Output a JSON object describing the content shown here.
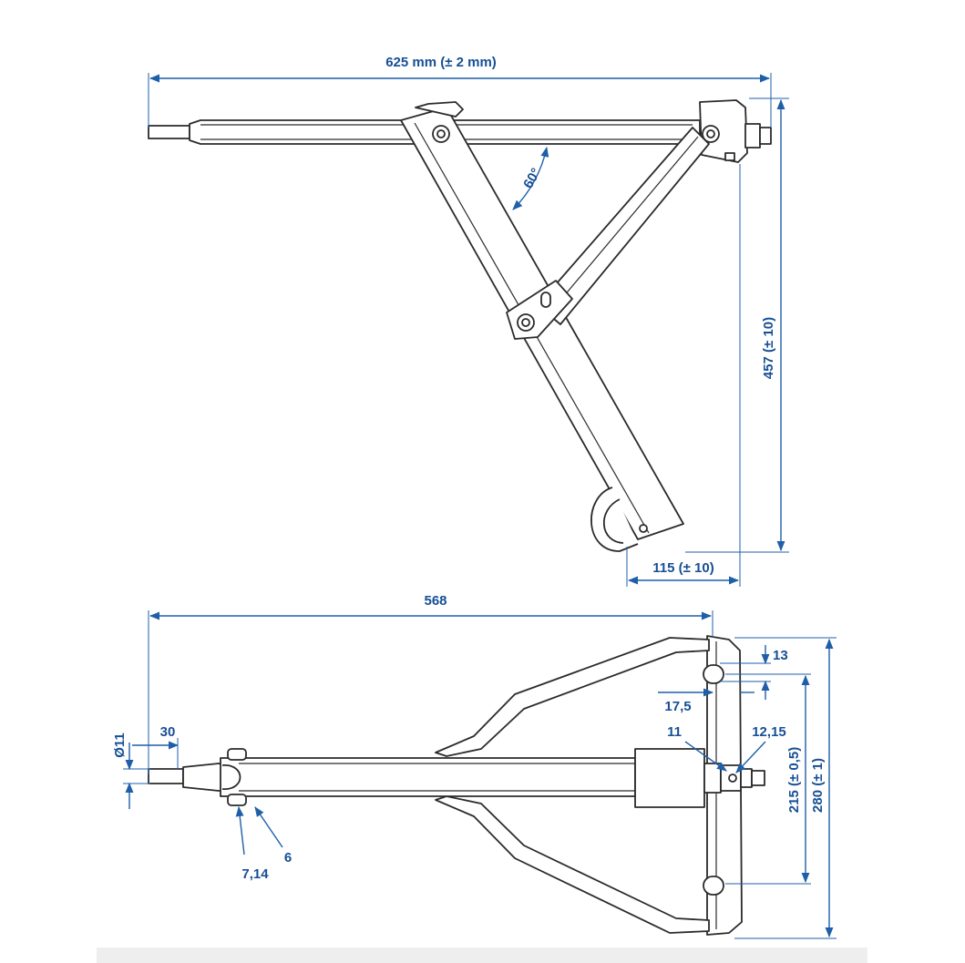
{
  "colors": {
    "dimension": "#1f5fa8",
    "dimension_text": "#174f95",
    "outline": "#2b2b2b"
  },
  "side_view": {
    "overall_length": "625 mm (± 2 mm)",
    "angle": "60°",
    "height": "457 (± 10)",
    "foot_offset": "115 (± 10)"
  },
  "top_view": {
    "length": "568",
    "end_length": "30",
    "diameter": "Ø11",
    "hole_width": "13",
    "hole_offset": "17,5",
    "label_11": "11",
    "label_12_15": "12,15",
    "hole_spacing": "215 (± 0,5)",
    "plate_width": "280 (± 1)",
    "label_7_14": "7,14",
    "label_6": "6"
  }
}
